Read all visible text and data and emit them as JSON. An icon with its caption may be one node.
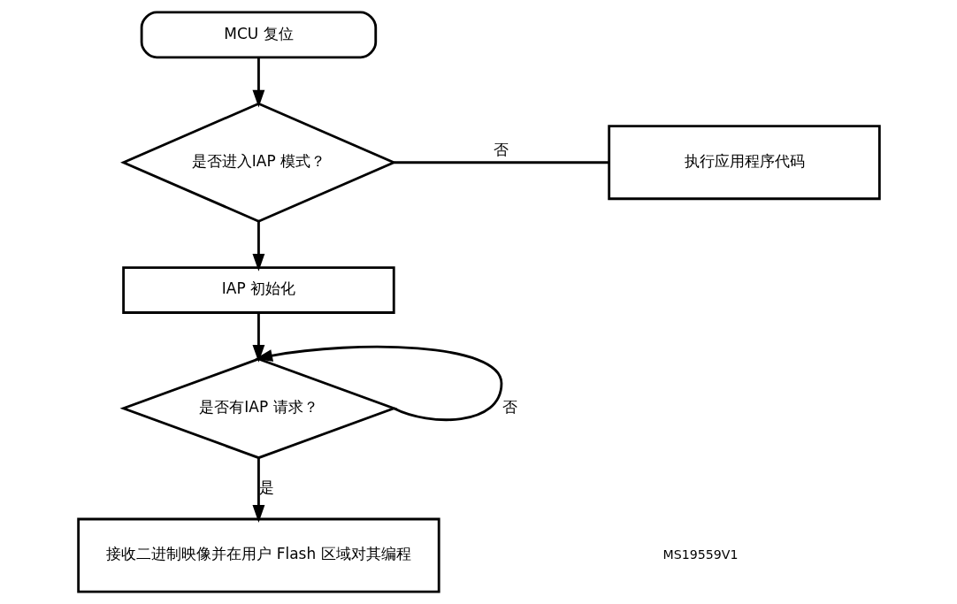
{
  "diagram": {
    "nodes": [
      {
        "text": [
          "MCU 复位"
        ]
      },
      {
        "text": [
          "是否进入IAP 模式？"
        ]
      },
      {
        "text": [
          "执行应用程序代码"
        ]
      },
      {
        "text": [
          "IAP 初始化"
        ]
      },
      {
        "text": [
          "是否有IAP 请求？"
        ]
      },
      {
        "text": [
          "接收二进制映像并在用户 Flash 区域对其编程"
        ]
      }
    ],
    "edges": [
      {
        "from": 0,
        "to": 1,
        "arrow": "to"
      },
      {
        "from": 1,
        "to": 2,
        "arrow": "none",
        "label": "否"
      },
      {
        "from": 1,
        "to": 3,
        "arrow": "to"
      },
      {
        "from": 3,
        "to": 4,
        "arrow": "to"
      },
      {
        "from": 4,
        "to": 4,
        "arrow": "to",
        "label": "否"
      },
      {
        "from": 4,
        "to": 5,
        "arrow": "to",
        "label": "是"
      }
    ],
    "labels": [
      "MS19559V1"
    ]
  }
}
